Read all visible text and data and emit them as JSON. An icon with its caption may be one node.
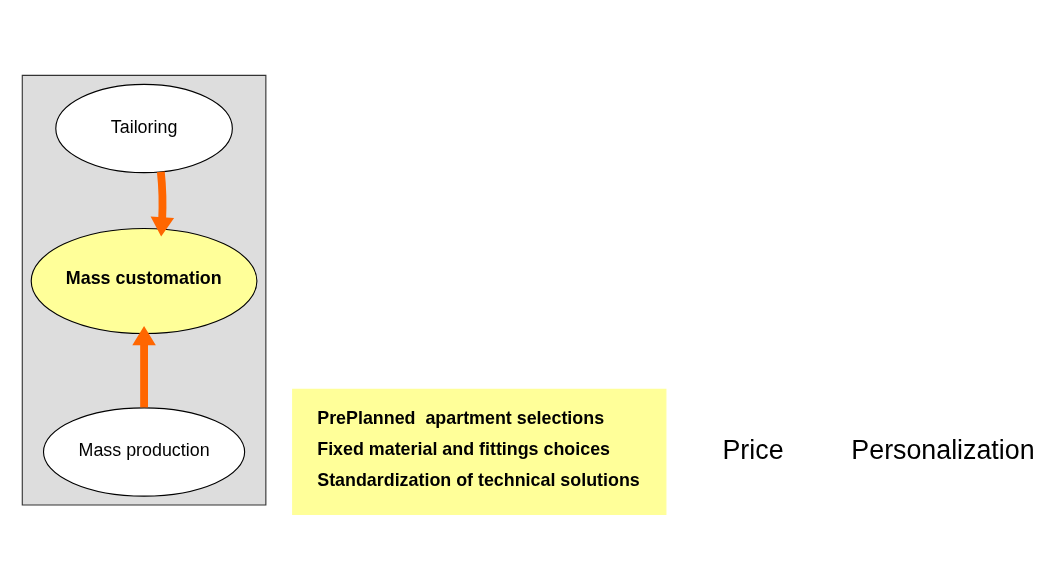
{
  "diagram": {
    "nodes": [
      {
        "text": [],
        "shape": "box"
      },
      {
        "text": [
          "Tailoring"
        ],
        "in": 0
      },
      {
        "text": [
          "Mass customation"
        ],
        "in": 0
      },
      {
        "text": [
          "Mass production"
        ],
        "in": 0
      },
      {
        "text": [
          "PrePlanned  apartment selections",
          "Fixed material and fittings choices",
          "Standardization of technical solutions"
        ]
      }
    ],
    "edges": [
      {
        "from": 1,
        "to": 2,
        "arrow": "to",
        "color": "#ff6600"
      },
      {
        "from": 3,
        "to": 2,
        "arrow": "to",
        "color": "#ff6600"
      }
    ],
    "labels": [
      "Price",
      "Personalization"
    ]
  }
}
